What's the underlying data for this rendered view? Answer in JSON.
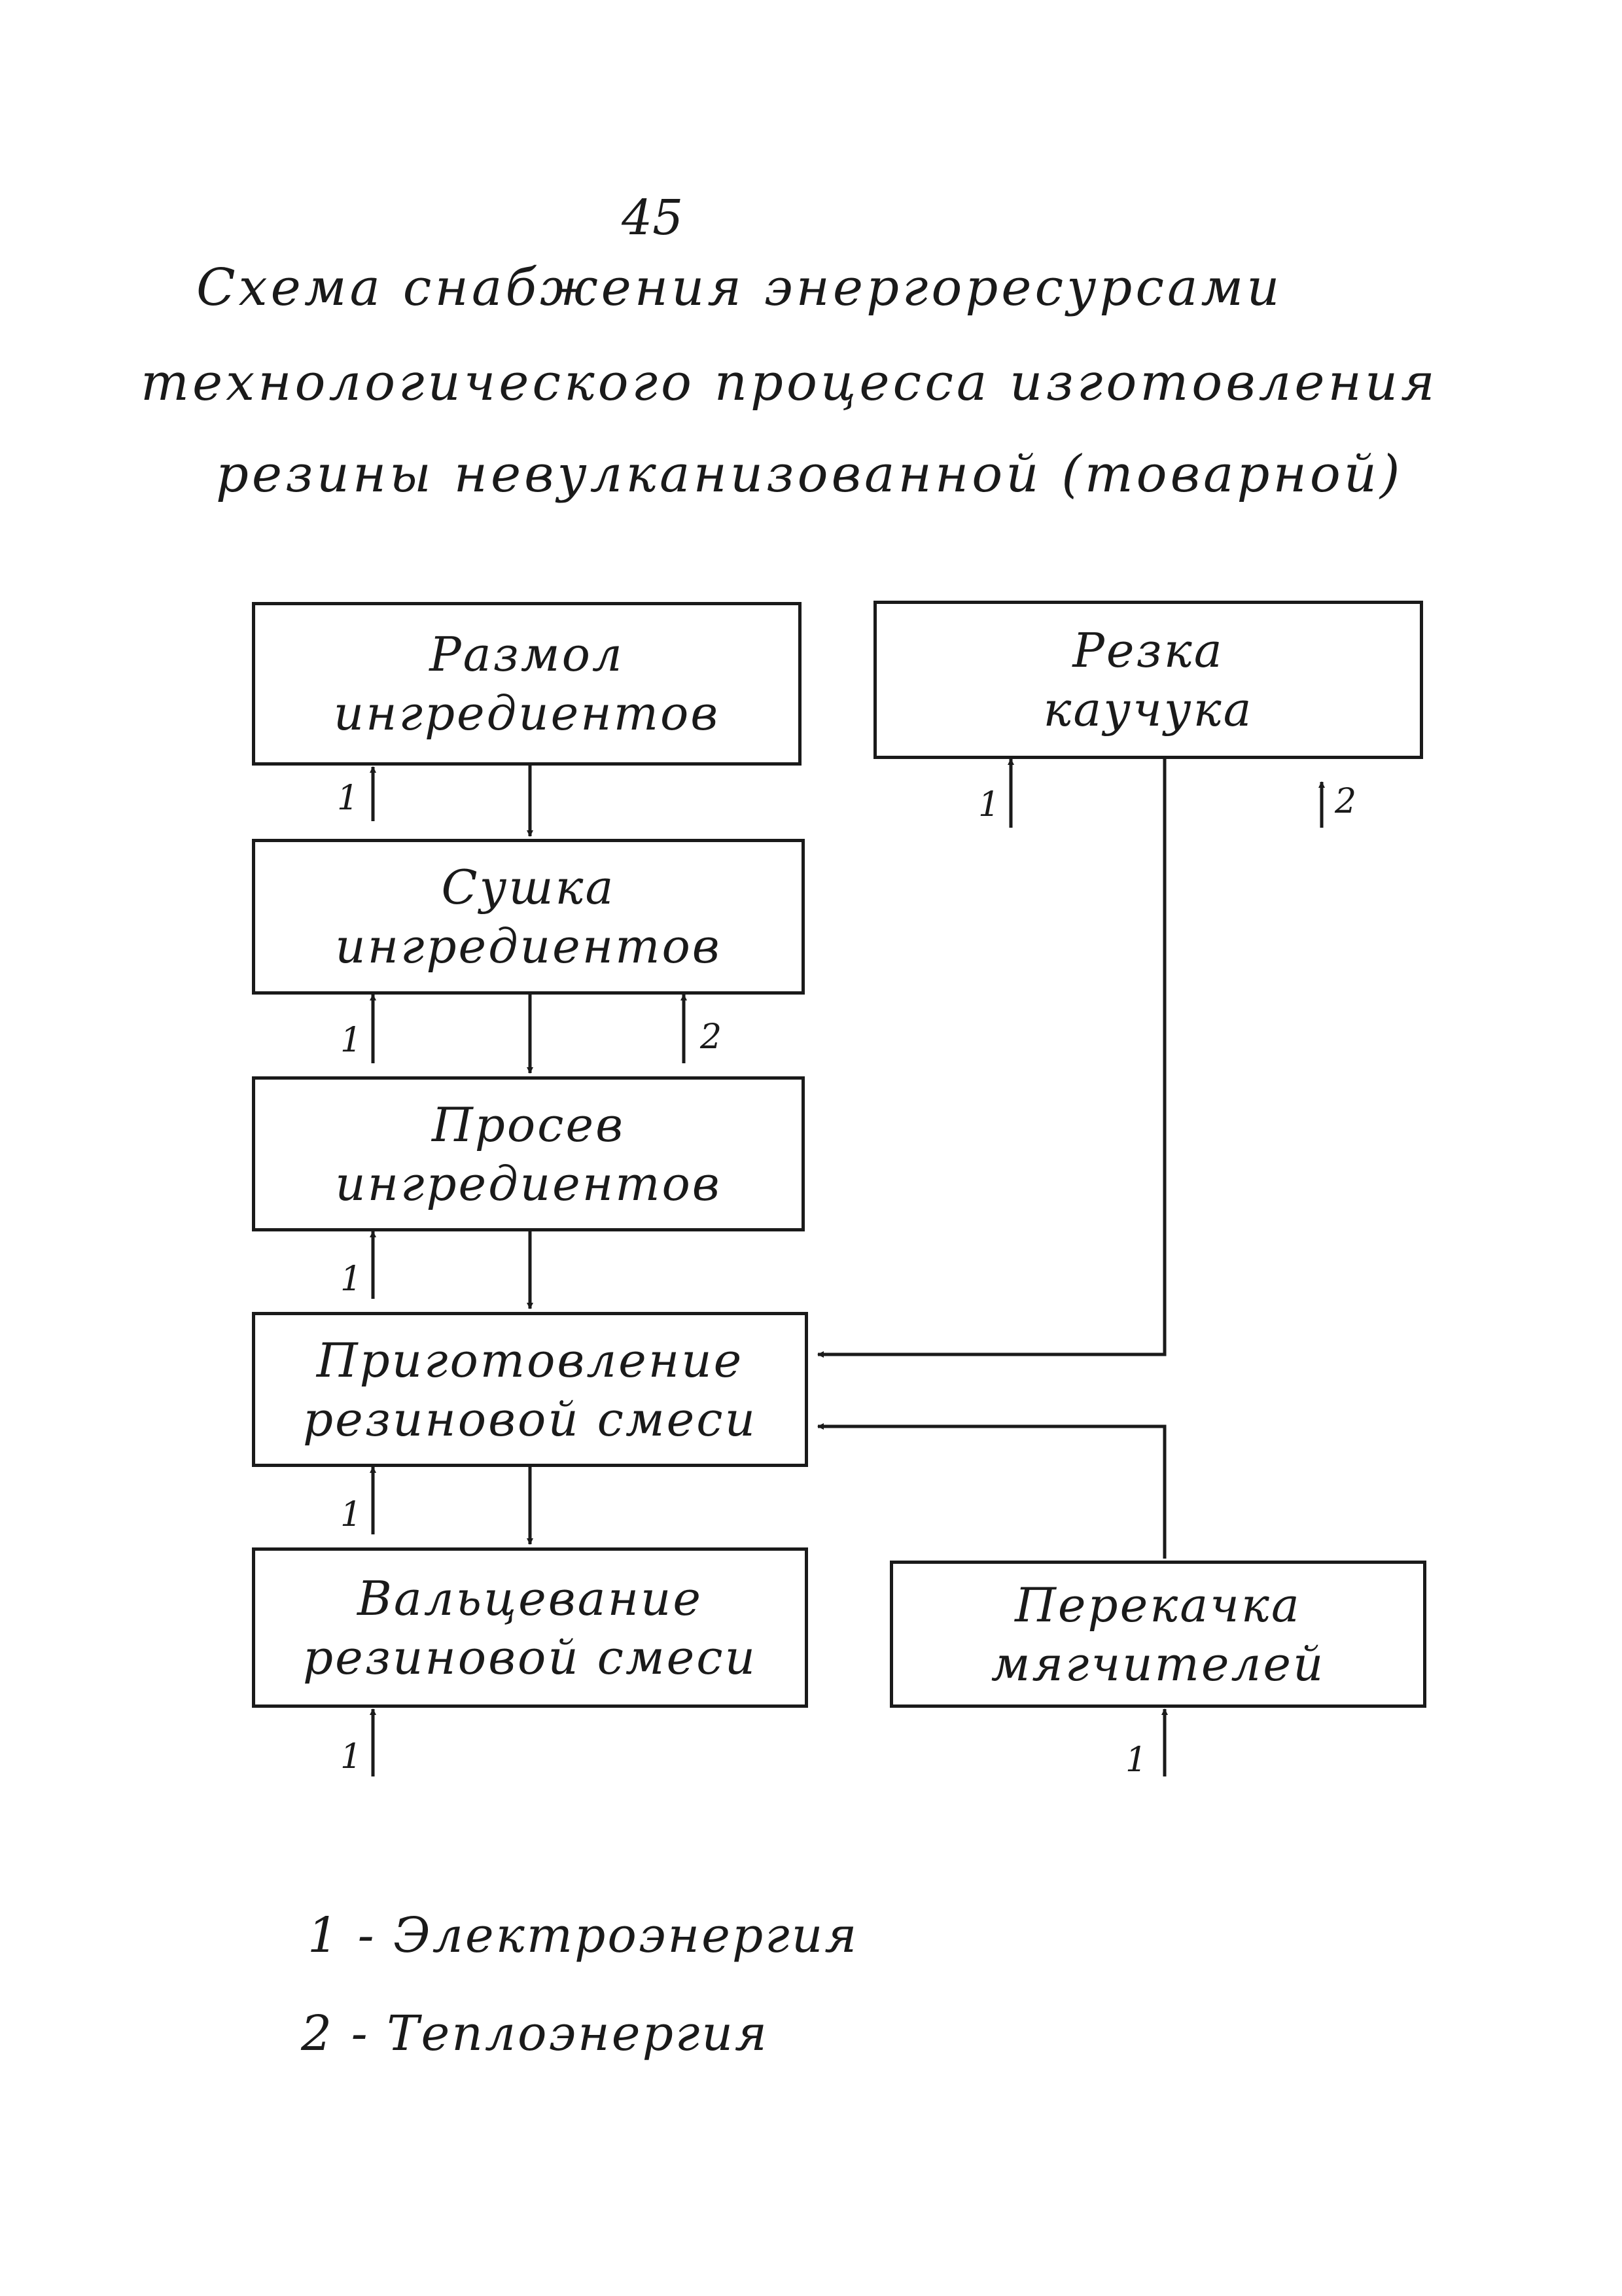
{
  "page_number": "45",
  "title": {
    "line1": "Схема снабжения энергоресурсами",
    "line2": "технологического процесса изготовления",
    "line3": "резины невулканизованной (товарной)"
  },
  "boxes": {
    "razmol": [
      "Размол",
      "ингредиентов"
    ],
    "rezka": [
      "Резка",
      "каучука"
    ],
    "sushka": [
      "Сушка",
      "ингредиентов"
    ],
    "prosev": [
      "Просев",
      "ингредиентов"
    ],
    "prigotovlenie": [
      "Приготовление",
      "резиновой смеси"
    ],
    "valtsevanie": [
      "Вальцевание",
      "резиновой смеси"
    ],
    "perekachka": [
      "Перекачка",
      "мягчителей"
    ]
  },
  "energy_labels": {
    "electric": "1",
    "thermal": "2"
  },
  "legend": [
    {
      "code": "1",
      "text": "1 - Электроэнергия"
    },
    {
      "code": "2",
      "text": "2 - Теплоэнергия"
    }
  ],
  "colors": {
    "ink": "#1a1a1a",
    "paper": "#ffffff"
  }
}
